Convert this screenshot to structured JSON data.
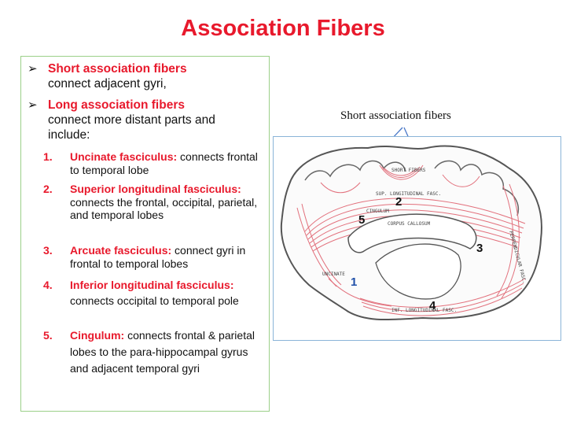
{
  "title": "Association Fibers",
  "bullets": [
    {
      "heading": "Short association fibers",
      "text": "connect adjacent gyri,"
    },
    {
      "heading": "Long association fibers",
      "text": "connect more distant parts and include:"
    }
  ],
  "items": [
    {
      "num": "1.",
      "name": "Uncinate fasciculus",
      "sep": ":",
      "desc": " connects frontal to temporal lobe"
    },
    {
      "num": "2.",
      "name": "Superior longitudinal fasciculus",
      "sep": ":",
      "desc": " connects the frontal, occipital, parietal, and temporal lobes"
    },
    {
      "num": "3.",
      "name": " Arcuate fasciculus",
      "sep": ":",
      "desc": " connect gyri in frontal to temporal lobes"
    },
    {
      "num": "4.",
      "name": "Inferior longitudinal fasciculus",
      "sep": ":",
      "desc": " connects occipital to temporal pole"
    },
    {
      "num": "5.",
      "name": "Cingulum",
      "sep": ":",
      "desc": " connects frontal & parietal lobes to the para-hippocampal gyrus and adjacent temporal gyri"
    }
  ],
  "figure": {
    "caption": "Short association fibers",
    "labels": {
      "n1": "1",
      "n2": "2",
      "n3": "3",
      "n4": "4",
      "n5": "5"
    },
    "tract_labels": {
      "short": "SHORT FIBERS",
      "superior": "SUP. LONGITUDINAL FASC.",
      "cingulum": "CINGULUM",
      "corpus": "CORPUS CALLOSUM",
      "uncinate": "UNCINATE",
      "perpendicular": "PERPENDICULAR FASC.",
      "inferior": "INF. LONGITUDINAL FASC."
    },
    "colors": {
      "fiber": "#e2707c",
      "outline": "#555555",
      "label1": "#1f4fa8",
      "arrow": "#4a78c8"
    }
  }
}
